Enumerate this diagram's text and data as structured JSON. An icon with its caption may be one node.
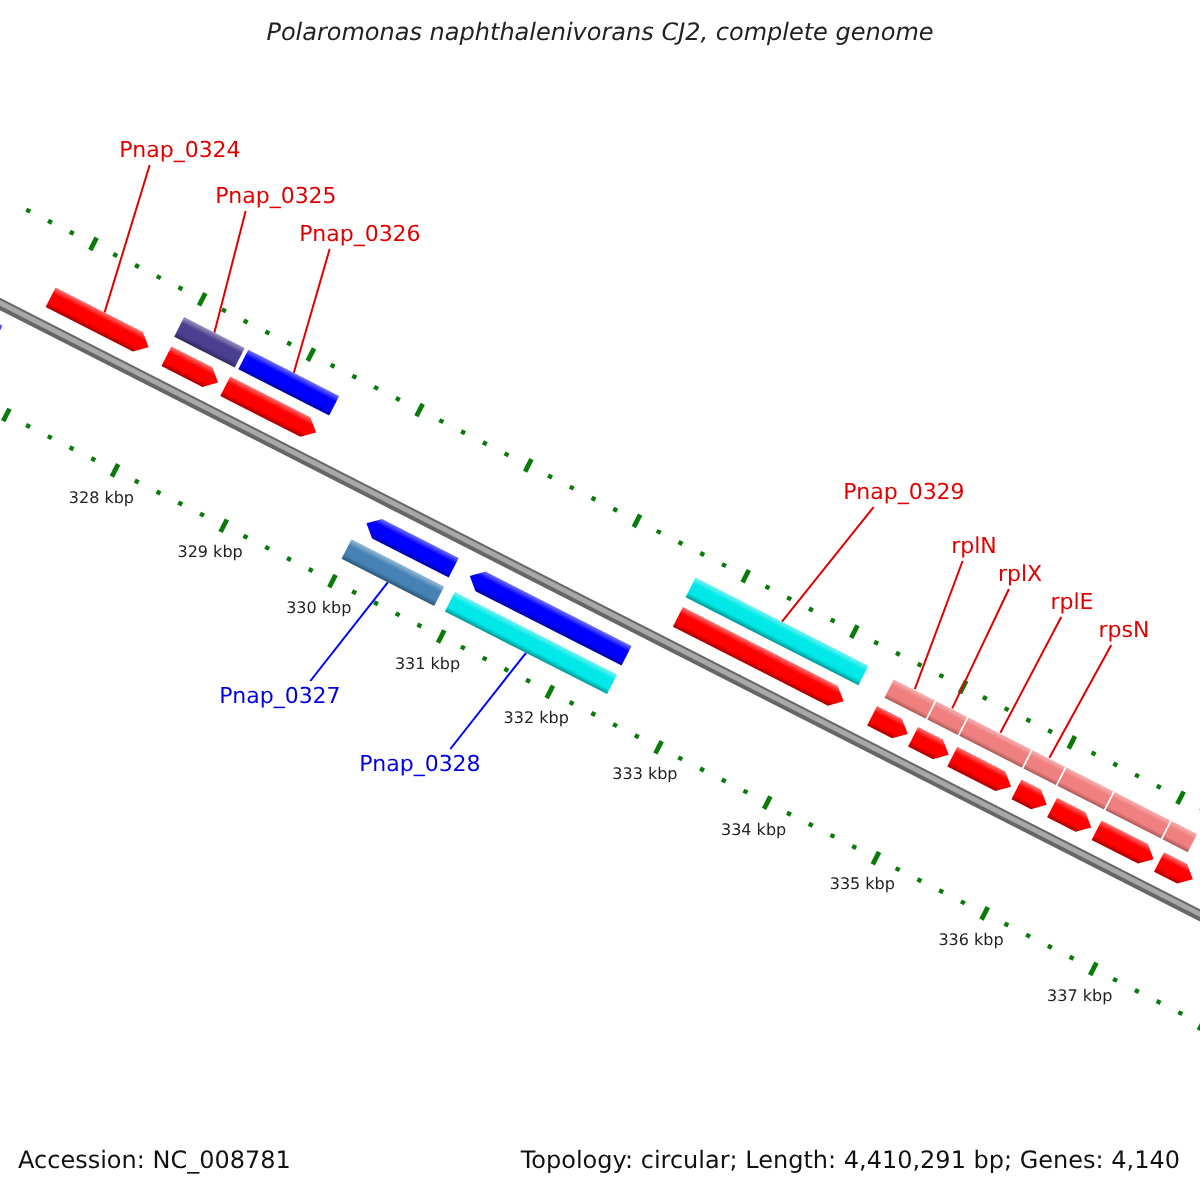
{
  "diagram": {
    "title": "Polaromonas naphthalenivorans CJ2, complete genome",
    "nodes": [
      {
        "text": [
          "Pnap_0324"
        ]
      },
      {
        "text": [
          "Pnap_0325"
        ]
      },
      {
        "text": [
          "Pnap_0326"
        ]
      },
      {
        "text": [
          "Pnap_0329"
        ]
      },
      {
        "text": [
          "rplN"
        ]
      },
      {
        "text": [
          "rplX"
        ]
      },
      {
        "text": [
          "rplE"
        ]
      },
      {
        "text": [
          "rpsN"
        ]
      },
      {
        "text": [
          "Pnap_0327"
        ]
      },
      {
        "text": [
          "Pnap_0328"
        ]
      },
      {
        "text": [],
        "shape": "arrow"
      },
      {
        "text": [],
        "shape": "arrow"
      },
      {
        "text": [],
        "shape": "bar"
      },
      {
        "text": [],
        "shape": "arrow"
      },
      {
        "text": [],
        "shape": "arrow"
      },
      {
        "text": [],
        "shape": "bar"
      },
      {
        "text": [],
        "shape": "bar"
      },
      {
        "text": [],
        "shape": "arrow"
      },
      {
        "text": [],
        "shape": "bar"
      },
      {
        "text": [],
        "shape": "arrow"
      },
      {
        "text": [],
        "shape": "bar"
      },
      {
        "text": [],
        "shape": "arrow"
      },
      {
        "text": [],
        "shape": "arrow"
      },
      {
        "text": [],
        "shape": "bar"
      },
      {
        "text": [],
        "shape": "arrow"
      },
      {
        "text": [],
        "shape": "bar"
      },
      {
        "text": [],
        "shape": "bar"
      },
      {
        "text": [],
        "shape": "arrow"
      },
      {
        "text": [],
        "shape": "bar"
      },
      {
        "text": [],
        "shape": "arrow"
      },
      {
        "text": [],
        "shape": "bar"
      },
      {
        "text": [],
        "shape": "arrow"
      },
      {
        "text": [],
        "shape": "bar"
      },
      {
        "text": [],
        "shape": "arrow"
      },
      {
        "text": [],
        "shape": "bar"
      },
      {
        "text": [],
        "shape": "arrow"
      }
    ],
    "edges": [
      {
        "from": 0,
        "to": 11,
        "arrow": "none"
      },
      {
        "from": 1,
        "to": 12,
        "arrow": "none"
      },
      {
        "from": 2,
        "to": 15,
        "arrow": "none"
      },
      {
        "from": 8,
        "to": 16,
        "arrow": "none",
        "color": "#0000ff"
      },
      {
        "from": 9,
        "to": 18,
        "arrow": "none",
        "color": "#0000ff"
      },
      {
        "from": 3,
        "to": 20,
        "arrow": "none"
      },
      {
        "from": 4,
        "to": 23,
        "arrow": "none"
      },
      {
        "from": 5,
        "to": 25,
        "arrow": "none"
      },
      {
        "from": 6,
        "to": 26,
        "arrow": "none"
      },
      {
        "from": 7,
        "to": 28,
        "arrow": "none"
      }
    ],
    "labels": [
      "328 kbp",
      "329 kbp",
      "330 kbp",
      "331 kbp",
      "332 kbp",
      "333 kbp",
      "334 kbp",
      "335 kbp",
      "336 kbp",
      "337 kbp",
      "Accession: NC_008781",
      "Topology: circular; Length: 4,410,291 bp; Genes: 4,140"
    ]
  }
}
